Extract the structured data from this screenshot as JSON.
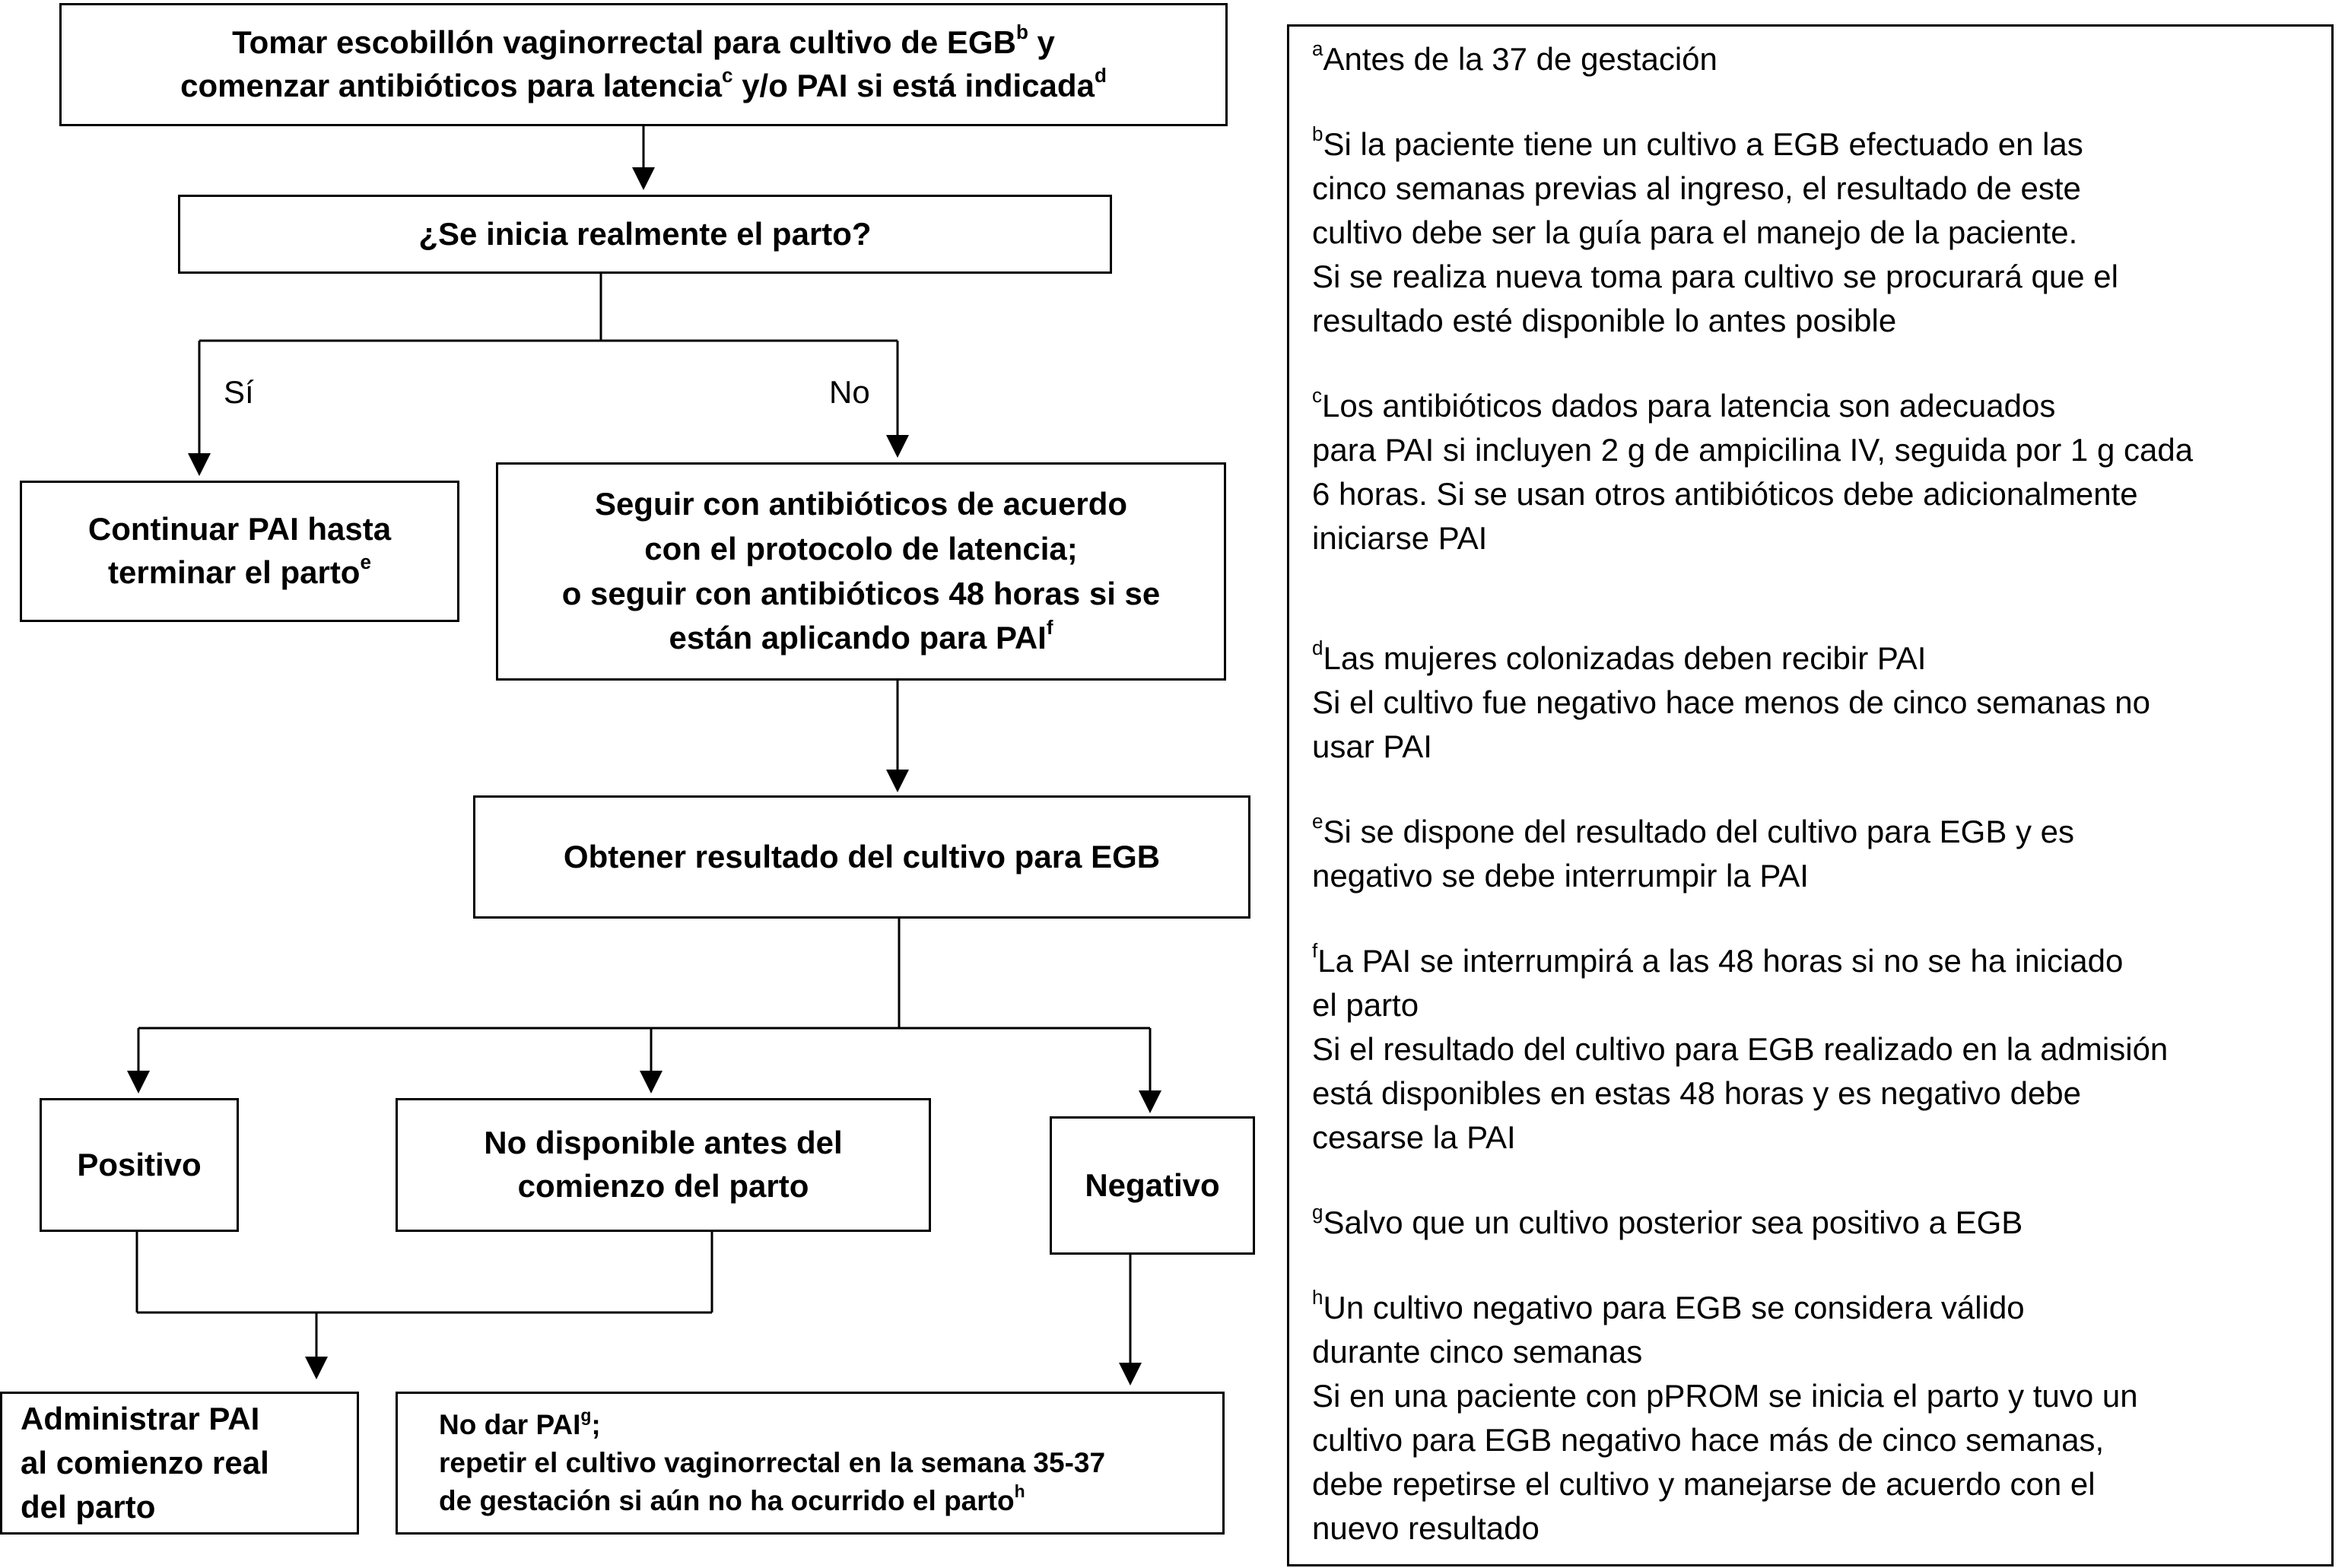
{
  "flow": {
    "start": {
      "main1": "Tomar escobillón vaginorrectal para cultivo de EGB",
      "sup1": "b",
      "main2": " y",
      "main3": "comenzar antibióticos para latencia",
      "sup2": "c",
      "main4": " y/o PAI si está indicada",
      "sup3": "d"
    },
    "question": "¿Se inicia realmente el parto?",
    "yes_label": "Sí",
    "no_label": "No",
    "continue_pai": {
      "line1": "Continuar PAI hasta",
      "line2": "terminar el parto",
      "sup": "e"
    },
    "follow": {
      "line1": "Seguir con antibióticos de acuerdo",
      "line2": "con el protocolo de latencia;",
      "line3": "o seguir con antibióticos 48 horas si se",
      "line4": "están aplicando para PAI",
      "sup": "f"
    },
    "obtain": "Obtener resultado del cultivo para EGB",
    "positive": "Positivo",
    "not_available": {
      "line1": "No disponible antes del",
      "line2": "comienzo del parto"
    },
    "negative": "Negativo",
    "administer": {
      "line1": "Administrar PAI",
      "line2": "al comienzo real",
      "line3": "del parto"
    },
    "no_pai": {
      "line1": "No dar PAI",
      "sup1": "g",
      "line1_end": ";",
      "line2": "repetir el cultivo vaginorrectal en la semana 35-37",
      "line3": "de gestación si aún no ha ocurrido el parto",
      "sup2": "h"
    }
  },
  "notes": [
    {
      "mark": "a",
      "text": "Antes de la 37 de gestación"
    },
    {
      "mark": "b",
      "text": "Si la paciente tiene un cultivo a EGB efectuado en las\ncinco semanas previas al ingreso, el resultado de este\ncultivo debe ser la guía para el manejo de la paciente.\nSi se realiza nueva toma para cultivo se procurará que el\nresultado esté disponible lo antes posible"
    },
    {
      "mark": "c",
      "text": "Los antibióticos dados para latencia son adecuados\npara PAI si incluyen 2 g de ampicilina IV, seguida por 1 g cada\n6 horas. Si se usan otros antibióticos debe adicionalmente\niniciarse PAI"
    },
    {
      "mark": "d",
      "text": "Las mujeres colonizadas deben recibir PAI\nSi el cultivo fue negativo hace menos de cinco semanas no\nusar PAI"
    },
    {
      "mark": "e",
      "text": "Si se dispone del resultado del cultivo para EGB y es\nnegativo se debe interrumpir la PAI"
    },
    {
      "mark": "f",
      "text": "La PAI se interrumpirá a las 48 horas si no se ha iniciado\nel parto\nSi el resultado del cultivo para EGB realizado en la admisión\nestá disponibles en estas 48 horas y es negativo debe\ncesarse la PAI"
    },
    {
      "mark": "g",
      "text": "Salvo que un cultivo posterior sea positivo a EGB"
    },
    {
      "mark": "h",
      "text": "Un cultivo negativo para EGB se considera válido\ndurante cinco semanas\nSi en una paciente con pPROM se inicia el parto y tuvo un\ncultivo para EGB negativo hace más de cinco semanas,\ndebe repetirse el cultivo y manejarse de acuerdo con el\nnuevo resultado"
    }
  ]
}
